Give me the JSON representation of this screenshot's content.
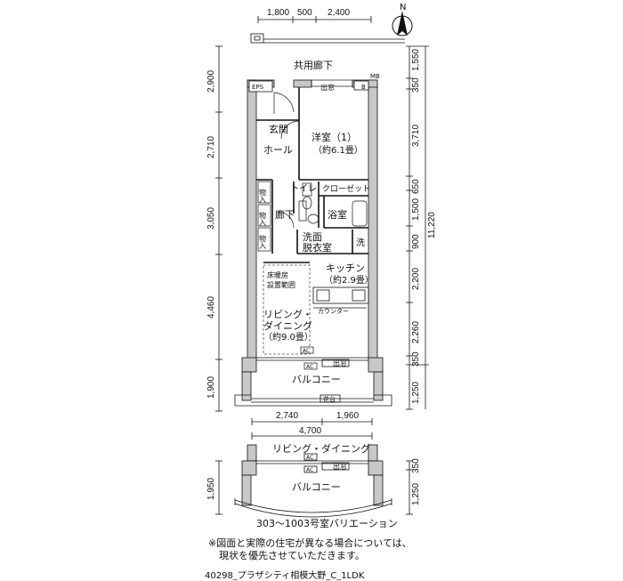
{
  "compass": {
    "north": "N"
  },
  "dims_top": [
    "1,800",
    "500",
    "2,400"
  ],
  "dims_left": [
    "2,900",
    "2,710",
    "3,050",
    "4,460",
    "1,900"
  ],
  "dims_right_inner": [
    "1,550",
    "350",
    "3,710",
    "650",
    "1,500",
    "900",
    "2,200",
    "2,260",
    "350",
    "1,250"
  ],
  "dims_right_total": "11,220",
  "dims_bottom_split": [
    "2,740",
    "1,960"
  ],
  "dims_bottom_total": "4,700",
  "dims_variation_left": "1,950",
  "dims_variation_right": [
    "350",
    "1,250"
  ],
  "rooms": {
    "corridor": "共用廊下",
    "eps": "EPS",
    "mb": "MB",
    "b": "B",
    "window_top": "出窓",
    "entrance": "玄関",
    "hall": "ホール",
    "western_room": "洋室（1）",
    "western_size": "（約6.1畳）",
    "toilet": "トイレ",
    "closet": "クローゼット",
    "storage": "物入",
    "hallway": "廊下",
    "bathroom": "浴室",
    "washroom_1": "洗面",
    "washroom_2": "脱衣室",
    "washer": "洗",
    "kitchen": "キッチン",
    "kitchen_size": "（約2.9畳）",
    "floor_heat_1": "床暖房",
    "floor_heat_2": "設置範囲",
    "counter": "カウンター",
    "living_1": "リビング・",
    "living_2": "ダイニング",
    "living_size": "（約9.0畳）",
    "ac": "AC",
    "window_bay": "出窓",
    "balcony": "バルコニー",
    "planter": "花台"
  },
  "variation": {
    "living": "リビング・ダイニング",
    "ac": "AC",
    "window_bay": "出窓",
    "balcony": "バルコニー",
    "caption": "303～1003号室バリエーション"
  },
  "notes": {
    "line1": "※図面と実際の住宅が異なる場合については、",
    "line2": "現状を優先させていただきます。",
    "footer": "40298_プラザシティ相模大野_C_1LDK"
  }
}
